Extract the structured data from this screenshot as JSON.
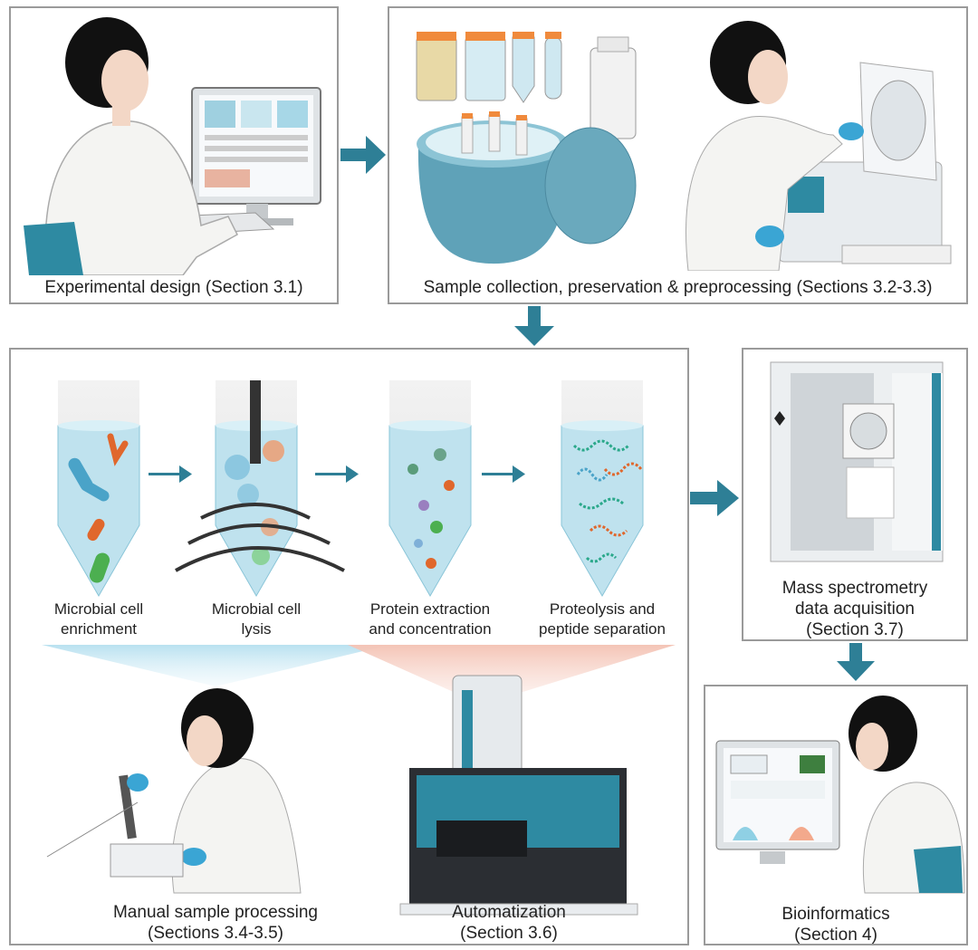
{
  "panels": {
    "experimental_design": {
      "caption": "Experimental design (Section 3.1)"
    },
    "sample_collection": {
      "caption": "Sample collection, preservation & preprocessing (Sections 3.2-3.3)"
    },
    "mass_spec": {
      "line1": "Mass spectrometry",
      "line2": "data acquisition",
      "line3": "(Section 3.7)"
    },
    "bioinformatics": {
      "line1": "Bioinformatics",
      "line2": "(Section 4)"
    }
  },
  "steps": [
    {
      "line1": "Microbial cell",
      "line2": "enrichment"
    },
    {
      "line1": "Microbial cell",
      "line2": "lysis"
    },
    {
      "line1": "Protein extraction",
      "line2": "and concentration"
    },
    {
      "line1": "Proteolysis and",
      "line2": "peptide separation"
    }
  ],
  "processing": {
    "manual": {
      "line1": "Manual sample processing",
      "line2": "(Sections 3.4-3.5)"
    },
    "automation": {
      "line1": "Automatization",
      "line2": "(Section 3.6)"
    }
  },
  "colors": {
    "arrow": "#2e7f96",
    "border": "#9a9a9a",
    "tube": "#bfe2ee",
    "bacteria_blue": "#4aa3c8",
    "bacteria_orange": "#e0672c",
    "bacteria_green": "#4caf50"
  }
}
